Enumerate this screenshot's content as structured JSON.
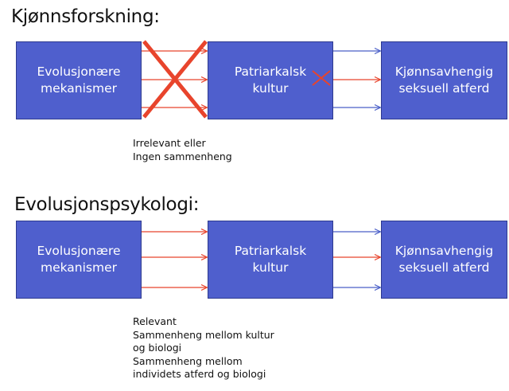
{
  "sections": [
    {
      "title": "Kjønnsforskning:",
      "box_left": [
        "Evolusjonære",
        "mekanismer"
      ],
      "box_mid": [
        "Patriarkalsk",
        "kultur"
      ],
      "box_right": [
        "Kjønnsavhengig",
        "seksuell atferd"
      ],
      "note": [
        "Irrelevant eller",
        "Ingen sammenheng"
      ]
    },
    {
      "title": "Evolusjonspsykologi:",
      "box_left": [
        "Evolusjonære",
        "mekanismer"
      ],
      "box_mid": [
        "Patriarkalsk",
        "kultur"
      ],
      "box_right": [
        "Kjønnsavhengig",
        "seksuell atferd"
      ],
      "note": [
        "Relevant",
        "Sammenheng mellom kultur",
        "og biologi",
        "Sammenheng mellom",
        "individets atferd og biologi"
      ]
    }
  ],
  "colors": {
    "box_fill": "#4f5fcd",
    "red_arrow": "#e8442c",
    "blue_arrow": "#4a5fc8",
    "cross": "#e8442c"
  }
}
